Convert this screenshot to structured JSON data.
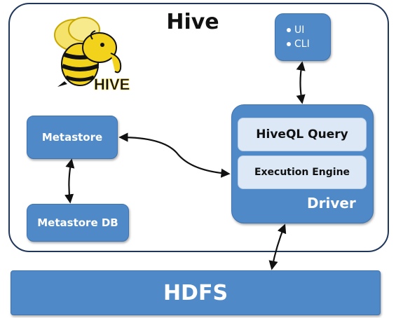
{
  "diagram": {
    "title": "Hive",
    "logo_text": "HIVE",
    "interfaces": {
      "items": [
        "UI",
        "CLI"
      ]
    },
    "metastore": {
      "label": "Metastore"
    },
    "metastore_db": {
      "label": "Metastore DB"
    },
    "driver": {
      "label": "Driver",
      "components": [
        "HiveQL Query",
        "Execution Engine"
      ]
    },
    "storage": {
      "label": "HDFS"
    },
    "colors": {
      "box": "#4f89c8",
      "inner_box": "#dce8f6",
      "border": "#20375c",
      "logo_yellow": "#f3d21b"
    },
    "icons": {
      "logo": "hive-elephant-bee-logo"
    }
  }
}
